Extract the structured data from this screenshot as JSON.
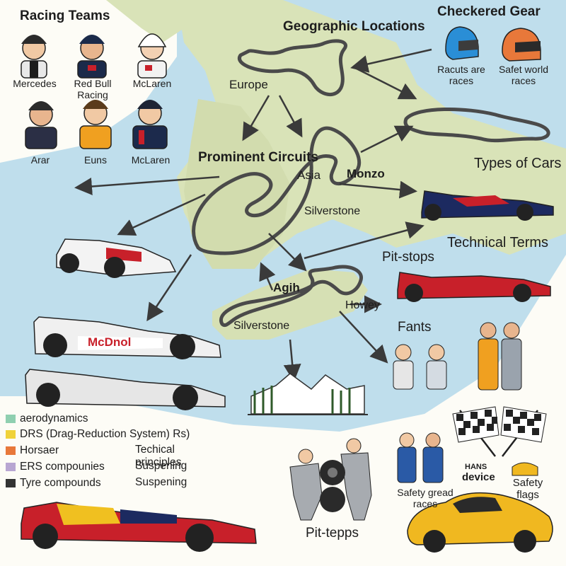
{
  "sections": {
    "racing_teams": "Racing Teams",
    "geographic": "Geographic Locations",
    "checkered_gear": "Checkered Gear",
    "types_of_cars": "Types of Cars",
    "technical_terms": "Technical Terms",
    "prominent_circuits": "Prominent Circuits",
    "pit_stops": "Pit-stops",
    "fans": "Fants",
    "pit_tepps": "Pit-tepps"
  },
  "team_labels": [
    "Mercedes",
    "Red Bull Racing",
    "McLaren",
    "Arar",
    "Euns",
    "McLaren"
  ],
  "gear_labels": [
    "Racuts are races",
    "Safet world races"
  ],
  "map_labels": {
    "europe": "Europe",
    "asia": "Asia",
    "monza": "Monzo",
    "silverstone_1": "Silverstone",
    "agih": "Agih",
    "howey": "Howey",
    "silverstone_2": "Silverstone"
  },
  "car_livery": "McDnol",
  "legend": [
    {
      "label": "aerodynamics",
      "color": "#8fcfb0"
    },
    {
      "label": "DRS (Drag-Reduction System) Rs)",
      "color": "#f0d23a"
    },
    {
      "label": "Horsaer",
      "color": "#e8783a"
    },
    {
      "label": "ERS compounies",
      "color": "#b8a6d2"
    },
    {
      "label": "Tyre compounds",
      "color": "#333333"
    }
  ],
  "legend_extra": [
    "Techical principles",
    "Suspening",
    "Suspening"
  ],
  "safety": {
    "device_top": "HANS",
    "device": "device",
    "safety_grad": "Safety gread races",
    "safety_flags": "Safety flags"
  },
  "colors": {
    "map_land": "#d7e1b5",
    "sea": "#bcdcea",
    "accent_red": "#c8202a"
  }
}
